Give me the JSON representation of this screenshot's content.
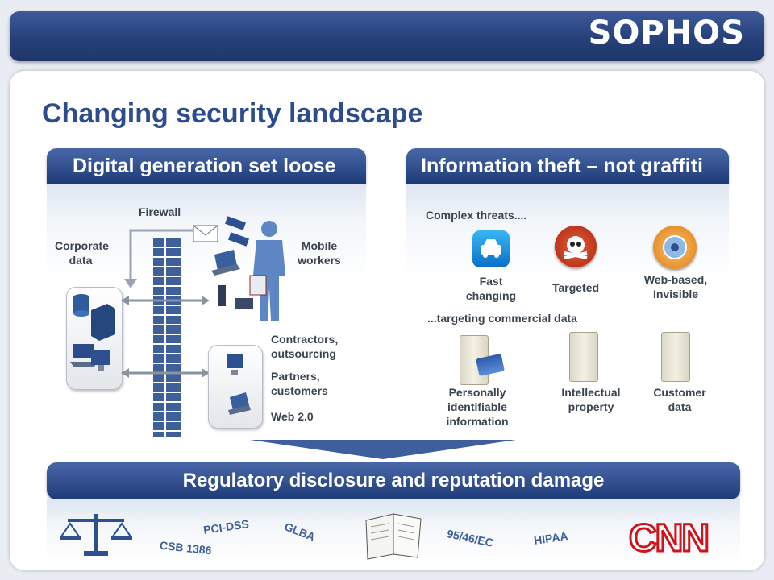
{
  "brand": "SOPHOS",
  "title": "Changing security landscape",
  "left": {
    "header": "Digital generation set loose",
    "firewall": "Firewall",
    "corporate": "Corporate data",
    "mobile": "Mobile workers",
    "contractors": "Contractors, outsourcing",
    "partners": "Partners, customers",
    "web20": "Web 2.0"
  },
  "right": {
    "header": "Information theft – not graffiti",
    "complex": "Complex threats....",
    "fast": "Fast changing",
    "targeted": "Targeted",
    "webbased": "Web-based, Invisible",
    "targeting": "...targeting commercial data",
    "pii": "Personally identifiable information",
    "ip": "Intellectual property",
    "customer": "Customer data"
  },
  "bottom": {
    "header": "Regulatory disclosure and reputation damage",
    "regs": [
      "PCI-DSS",
      "GLBA",
      "CSB 1386",
      "95/46/EC",
      "HIPAA"
    ],
    "cnn": "CNN"
  },
  "icons": [
    "firewall-icon",
    "database-icon",
    "server-icon",
    "laptop-icon",
    "monitor-icon",
    "person-icon",
    "email-icon",
    "usb-icon",
    "phone-icon",
    "car-app-icon",
    "skull-icon",
    "web-globe-icon",
    "folder-icon",
    "credit-card-icon",
    "java-icon",
    "scales-icon",
    "book-icon",
    "cnn-logo"
  ]
}
